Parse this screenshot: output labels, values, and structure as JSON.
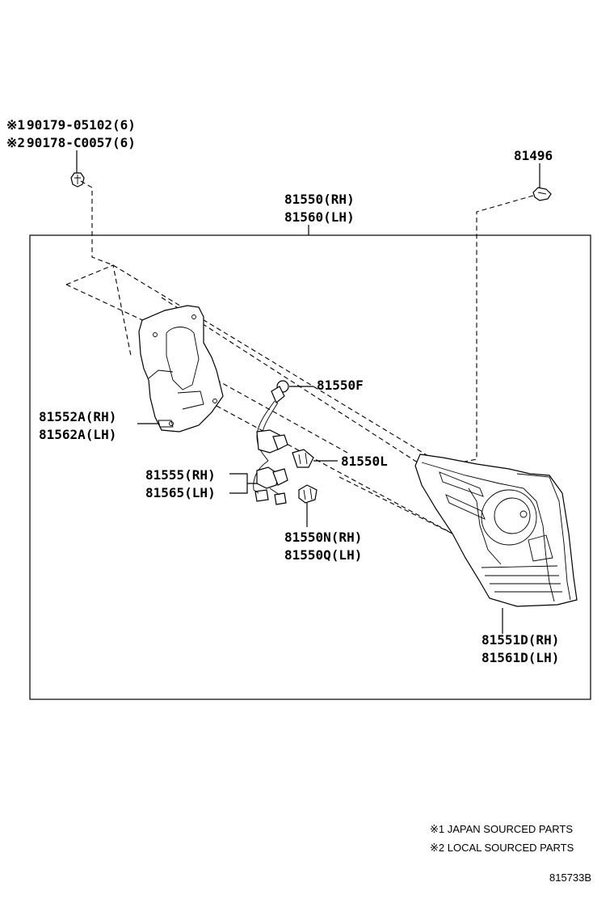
{
  "fasteners": {
    "clip_1": {
      "mark": "※1",
      "part": "90179-05102(6)"
    },
    "clip_2": {
      "mark": "※2",
      "part": "90178-C0057(6)"
    },
    "screw": "81496"
  },
  "assembly": {
    "rh": "81550(RH)",
    "lh": "81560(LH)"
  },
  "parts": {
    "bulb_f": "81550F",
    "bulb_l": "81550L",
    "housing_rh": "81552A(RH)",
    "housing_lh": "81562A(LH)",
    "socket_rh": "81555(RH)",
    "socket_lh": "81565(LH)",
    "bulb_n_rh": "81550N(RH)",
    "bulb_q_lh": "81550Q(LH)",
    "lens_rh": "81551D(RH)",
    "lens_lh": "81561D(LH)"
  },
  "legend": {
    "note_1": "※1 JAPAN SOURCED PARTS",
    "note_2": "※2 LOCAL SOURCED PARTS"
  },
  "diagram_id": "815733B"
}
